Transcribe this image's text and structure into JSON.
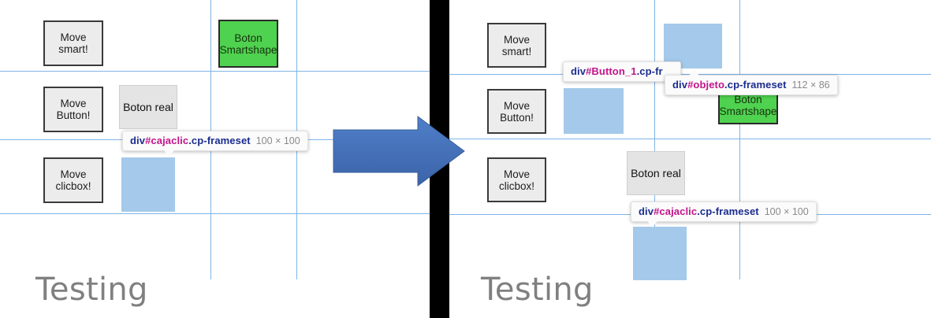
{
  "meta": {
    "caption_word": "Testing",
    "accent_blue_guide": "#7fb4e8",
    "blue_box_color": "#a4c9ea",
    "green_box_color": "#4fd24f",
    "button_face_color": "#ececec",
    "tooltip_tag_color": "#1a2c8f",
    "tooltip_id_color": "#c2158a",
    "tooltip_dim_color": "#8a8a8a",
    "arrow_color": "#4472c4",
    "divider_color": "#000000"
  },
  "left_panel": {
    "buttons": [
      {
        "label": "Move\nsmart!"
      },
      {
        "label": "Move\nButton!"
      },
      {
        "label": "Move\nclicbox!"
      }
    ],
    "smartshape": {
      "label": "Boton\nSmartshape"
    },
    "real_button": {
      "label": "Boton real"
    },
    "clicbox": {
      "label": ""
    },
    "tooltip": {
      "tag": "div",
      "id": "#cajaclic",
      "cls": ".cp-frameset",
      "dimensions": "100 × 100"
    },
    "caption": "Testing"
  },
  "right_panel": {
    "buttons": [
      {
        "label": "Move\nsmart!"
      },
      {
        "label": "Move\nButton!"
      },
      {
        "label": "Move\nclicbox!"
      }
    ],
    "smartshape": {
      "label": "Boton\nSmartshape"
    },
    "real_button": {
      "label": "Boton real"
    },
    "tooltips": [
      {
        "tag": "div",
        "id": "#Button_1",
        "cls": ".cp-fr",
        "dimensions": ""
      },
      {
        "tag": "div",
        "id": "#objeto",
        "cls": ".cp-frameset",
        "dimensions": "112 × 86"
      },
      {
        "tag": "div",
        "id": "#cajaclic",
        "cls": ".cp-frameset",
        "dimensions": "100 × 100"
      }
    ],
    "caption": "Testing"
  }
}
